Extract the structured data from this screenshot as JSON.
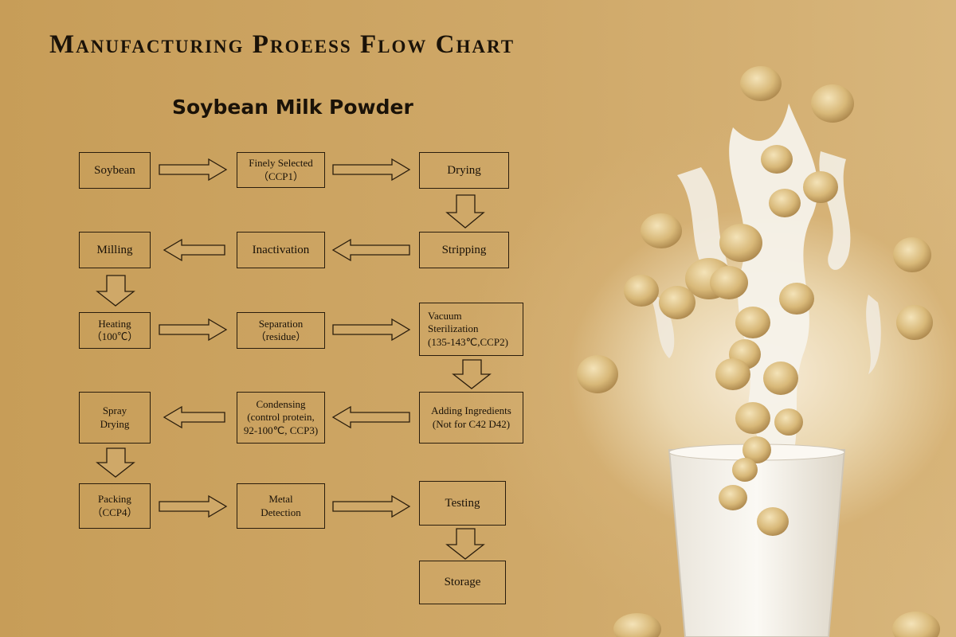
{
  "header": {
    "title": "Manufacturing Proeess Flow Chart",
    "subtitle": "Soybean Milk Powder"
  },
  "steps": {
    "soybean": [
      "Soybean"
    ],
    "finely_selected": [
      "Finely Selected",
      "（CCP1）"
    ],
    "drying": [
      "Drying"
    ],
    "stripping": [
      "Stripping"
    ],
    "inactivation": [
      "Inactivation"
    ],
    "milling": [
      "Milling"
    ],
    "heating": [
      "Heating",
      "（100℃）"
    ],
    "separation": [
      "Separation",
      "（residue）"
    ],
    "vacuum_sterilization": [
      "Vacuum",
      "Sterilization",
      "(135-143℃,CCP2)"
    ],
    "adding_ingredients": [
      "Adding Ingredients",
      "(Not for C42 D42)"
    ],
    "condensing": [
      "Condensing",
      "(control protein,",
      "92-100℃, CCP3)"
    ],
    "spray_drying": [
      "Spray",
      "Drying"
    ],
    "packing": [
      "Packing",
      "（CCP4）"
    ],
    "metal_detection": [
      "Metal",
      "Detection"
    ],
    "testing": [
      "Testing"
    ],
    "storage": [
      "Storage"
    ]
  },
  "colors": {
    "background": "#c9a25f",
    "box_border": "#2a1d0c",
    "arrow_fill": "#cfa868",
    "text": "#1a1208"
  }
}
